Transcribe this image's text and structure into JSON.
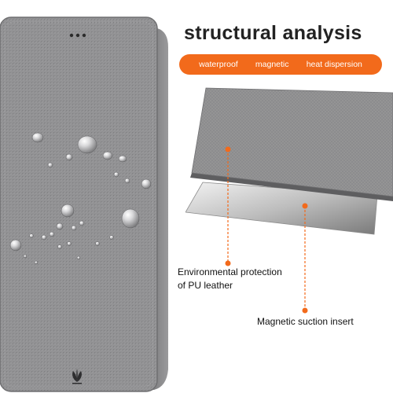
{
  "heading": {
    "title": "structural analysis"
  },
  "features": {
    "waterproof": "waterproof",
    "magnetic": "magnetic",
    "heat": "heat dispersion"
  },
  "callouts": {
    "environment_line1": "Environmental protection",
    "environment_line2": "of PU leather",
    "magnetic_insert": "Magnetic suction insert"
  },
  "colors": {
    "accent": "#f26a1b",
    "fabric": "#8d8d8f",
    "title": "#222222"
  },
  "icons": {
    "brand_logo": "leaf-logo-icon",
    "camera": "camera-holes-icon",
    "water": "water-droplets-icon",
    "leader_dot": "orange-dot-icon"
  }
}
